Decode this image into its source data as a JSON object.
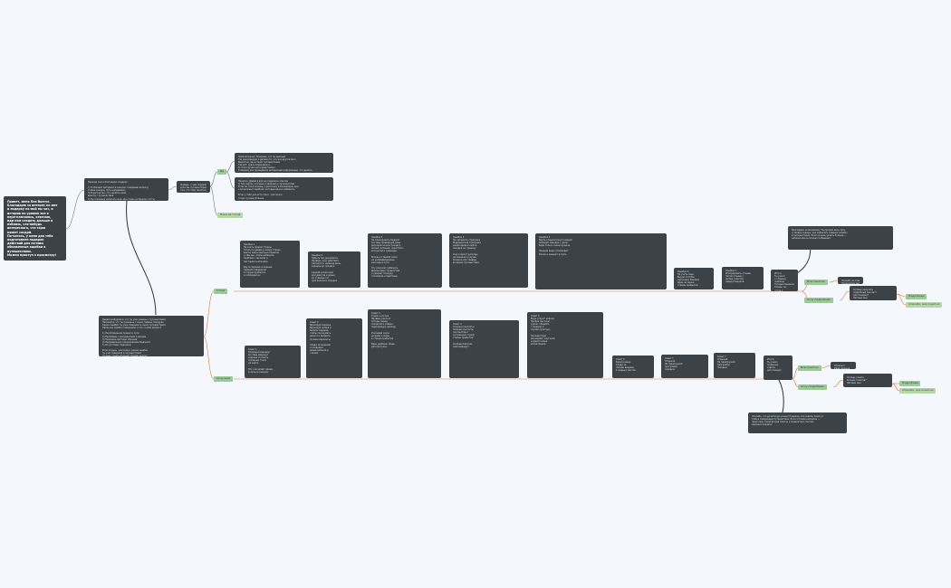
{
  "nodes": {
    "start": {
      "lines": [
        "Привет, меня Лев Валгук.",
        "Благодарю за интерес ко мне",
        "и подарку на мой пы чат, и",
        "истории по уровню все я",
        "пере-ключаюсь, отвечаю,",
        "иди нам следить дальше в",
        "поблизь, что-нибудь",
        "интересного, что тарю",
        "может сосдрй.",
        "По-читать, у меня для тебя",
        "подготовлен подарок",
        "действий для по-ммы",
        "обнаженные ошибки в",
        "путешествиях.",
        "Можно приступ к просмотру!"
      ]
    },
    "intro": {
      "lines": [
        "Прежде чем я благодарю подарок:",
        "",
        "1) Я обновил материал в каждой, совершаю вопросу",
        "2) Для каждое, путь направлено",
        "3) Я рассчитал, что сделать свой",
        "   вместе с путешествия",
        "4) Ты сможешь написать мне, мне очень интересно ли ты",
        "   тебя сделать ошибки которые у нас или можем неприязнь",
        "5) По шагам, все информация в пакете может перейти на одну другую",
        "6) Стараюсь, что обязательно набирать фразы мост когда все кто",
        "   Подарок непосредственно - как вопрос найти решение"
      ]
    },
    "q1": {
      "lines": [
        "Знаешь, о чем подумать,",
        "если мы путешествуем с",
        "тем, кто тебе приятен?"
      ]
    },
    "yes_note": {
      "lines": [
        "Замечательно! Понимаю, что ты важный",
        "Так рекомендую и делаем то, что все другие же к",
        "Вероятно, мы в твоих путешествиях",
        "Так вот, сразу переходим к...",
        "В этом случае непосредственно",
        "К вашему все проведение интересней информацию, что делать",
        "Сделать шаги в дальнейшем"
      ]
    },
    "no_note": {
      "lines": [
        "Понятно. Давай я всё же поделюсь опытом",
        "О тех чертах, которые я замечаю у путешествий",
        "Если ты тоже хочешь, я расскажу в ближайшие дни",
        "о возможных ошибках, которые важно избежать",
        "",
        "Если у тебя уже есть опыт - расскажи",
        "тогда я узнаю больше"
      ]
    },
    "about": {
      "lines": [
        "Давай разберёмся, что ты уже знаешь о путешествиях",
        "Напишите, что ты помнишь о своих первых поездках",
        "Какие ошибки ты уже совершал в своих путешествиях",
        "Какие мы ошибки совершаем и что с ними делать?",
        "",
        "1) Несоблюдение правил в пути",
        "2) Проблемы с документами и визами",
        "3) Незнание местных обычаев",
        "4) Неправильное планирование бюджета",
        "5) Отсутствие страховки",
        "",
        "Если хочешь - расскажи, какие ошибки",
        "ты уже совершал в путешествиях",
        "Хочешь узнать больше? Нажми кнопку"
      ]
    },
    "top1": {
      "lines": [
        "Ошибка 1",
        "Не знать правил страны",
        "Когда ты едешь в новую страну,",
        "важно знать местные правила",
        "и обычаи, чтобы избежать",
        "проблем с законом и",
        "местными жителями.",
        "",
        "Изучи заранее основные",
        "правила поведения",
        "в стране прибытия",
        "и соблюдай их"
      ]
    },
    "top2": {
      "lines": [
        "Ошибка 2",
        "Забыть про документы",
        "Проверь срок действия",
        "паспорта и наличие визы",
        "заранее до поездки.",
        "",
        "Сделай копии всех",
        "документов и храни",
        "их отдельно от",
        "оригиналов в поездке"
      ]
    },
    "top3": {
      "lines": [
        "Ошибка 3",
        "Не планировать бюджет",
        "Составь примерный план",
        "расходов на всю поездку:",
        "жильё, питание, транспорт,",
        "экскурсии и сувениры.",
        "",
        "Всегда оставляй запас",
        "на непредвиденные",
        "расходы в пути.",
        "",
        "Это поможет избежать",
        "финансовых трудностей",
        "и сделает поездку",
        "спокойнее и приятнее."
      ]
    },
    "top4": {
      "lines": [
        "Ошибка 4",
        "Не оформить страховку",
        "Медицинская страховка",
        "необходима в любой",
        "поездке за границу.",
        "",
        "Она покроет расходы",
        "на лечение в случае",
        "болезни или травмы",
        "во время путешествия."
      ]
    },
    "top5": {
      "lines": [
        "Ошибка 5",
        "Брать слишком много вещей",
        "Собирай чемодан с умом:",
        "бери только самое нужное.",
        "",
        "Лишние вещи утяжеляют",
        "багаж и мешают в пути."
      ]
    },
    "top6": {
      "lines": [
        "Ошибка 6",
        "Не учить язык",
        "Выучи хотя бы",
        "несколько базовых",
        "фраз на языке",
        "страны прибытия."
      ]
    },
    "top7": {
      "lines": [
        "Ошибка 7",
        "Игнорировать отзывы",
        "Читай отзывы о",
        "жилье и местах",
        "перед поездкой."
      ]
    },
    "top_end": {
      "lines": [
        "Итоги",
        "Ты узнал",
        "о главных",
        "ошибках",
        "путешественников",
        "Теперь ты",
        "готов к",
        "поездке!"
      ]
    },
    "top_far": {
      "lines": [
        "Благодарю за внимание! Ты прошёл весь путь,",
        "и теперь знаешь, как избежать главных ошибок",
        "в путешествиях. Если хочешь узнать больше —",
        "напиши мне в личные сообщения."
      ]
    },
    "top_mid": {
      "lines": [
        "Спасибо за ответ!",
        "Продолжим дальше"
      ]
    },
    "top_small": {
      "lines": [
        "Хочешь получить",
        "подробный чек-лист",
        "для поездки?",
        "Напиши мне"
      ]
    },
    "bot1": {
      "lines": [
        "Совет 1",
        "Планируй маршрут",
        "Составь маршрут",
        "заранее и отметь",
        "основные точки",
        "на карте.",
        "",
        "Это сэкономит время",
        "и силы в поездке."
      ]
    },
    "bot2": {
      "lines": [
        "Совет 2",
        "Бронируй заранее",
        "Бронируй жильё и",
        "билеты заранее,",
        "чтобы сэкономить",
        "деньги и выбрать",
        "лучшие варианты.",
        "",
        "Следи за акциями",
        "и скидками",
        "авиакомпаний и",
        "отелей."
      ]
    },
    "bot3": {
      "lines": [
        "Совет 3",
        "Узнай о погоде",
        "Проверь прогноз",
        "погоды перед",
        "поездкой и собери",
        "подходящую одежду.",
        "",
        "Учитывай сезон",
        "дождей и жары",
        "в стране прибытия.",
        "",
        "Бери удобную обувь",
        "для прогулок."
      ]
    },
    "bot4": {
      "lines": [
        "Совет 4",
        "Сохрани контакты",
        "Запиши контакты",
        "посольства и",
        "экстренных служб",
        "страны прибытия.",
        "",
        "Сообщи близким",
        "свой маршрут."
      ]
    },
    "bot5": {
      "lines": [
        "Совет 5",
        "Будь открыт новому",
        "Пробуй местную",
        "кухню, общайся",
        "с людьми и",
        "изучай культуру.",
        "",
        "Путешествия",
        "расширяют кругозор",
        "и дарят новые",
        "впечатления."
      ]
    },
    "bot6": {
      "lines": [
        "Совет 6",
        "Береги вещи",
        "Следи за",
        "своими вещами",
        "в людных местах."
      ]
    },
    "bot7": {
      "lines": [
        "Совет 7",
        "Отдыхай",
        "Не перегружай",
        "программу",
        "поездки."
      ]
    },
    "bot_end": {
      "lines": [
        "Итоги",
        "Ты узнал",
        "полезные",
        "советы",
        "для поездок"
      ]
    },
    "bot_far": {
      "lines": [
        "Спасибо, что дочитал до конца! Надеюсь, эти советы помогут",
        "тебе в следующем путешествии. Если остались вопросы —",
        "пиши мне, я всегда рад помочь и поделиться опытом.",
        "Удачных поездок!"
      ]
    },
    "bot_mid": {
      "lines": [
        "Отлично!",
        "Идём дальше"
      ]
    },
    "bot_small": {
      "lines": [
        "Хочешь узнать",
        "больше советов?",
        "Напиши мне"
      ]
    }
  },
  "tags": {
    "yes": "Да",
    "no": "Пока не готов",
    "ready_top": "Готов",
    "ready_bot": "Хочу ещё",
    "top_a": "Всё понятно",
    "top_b": "Хочу подробнее",
    "top_c": "Подробнее",
    "top_d": "Спасибо, всё понятно",
    "bot_a": "Всё понятно",
    "bot_b": "Хочу подробнее",
    "bot_c": "Подробнее",
    "bot_d": "Спасибо, всё понятно"
  },
  "colors": {
    "background": "#f4f8fc",
    "node": "#3d4248",
    "tag": "#9cc89a",
    "link": "#7a8088",
    "link_accent": "#e07a3a"
  }
}
